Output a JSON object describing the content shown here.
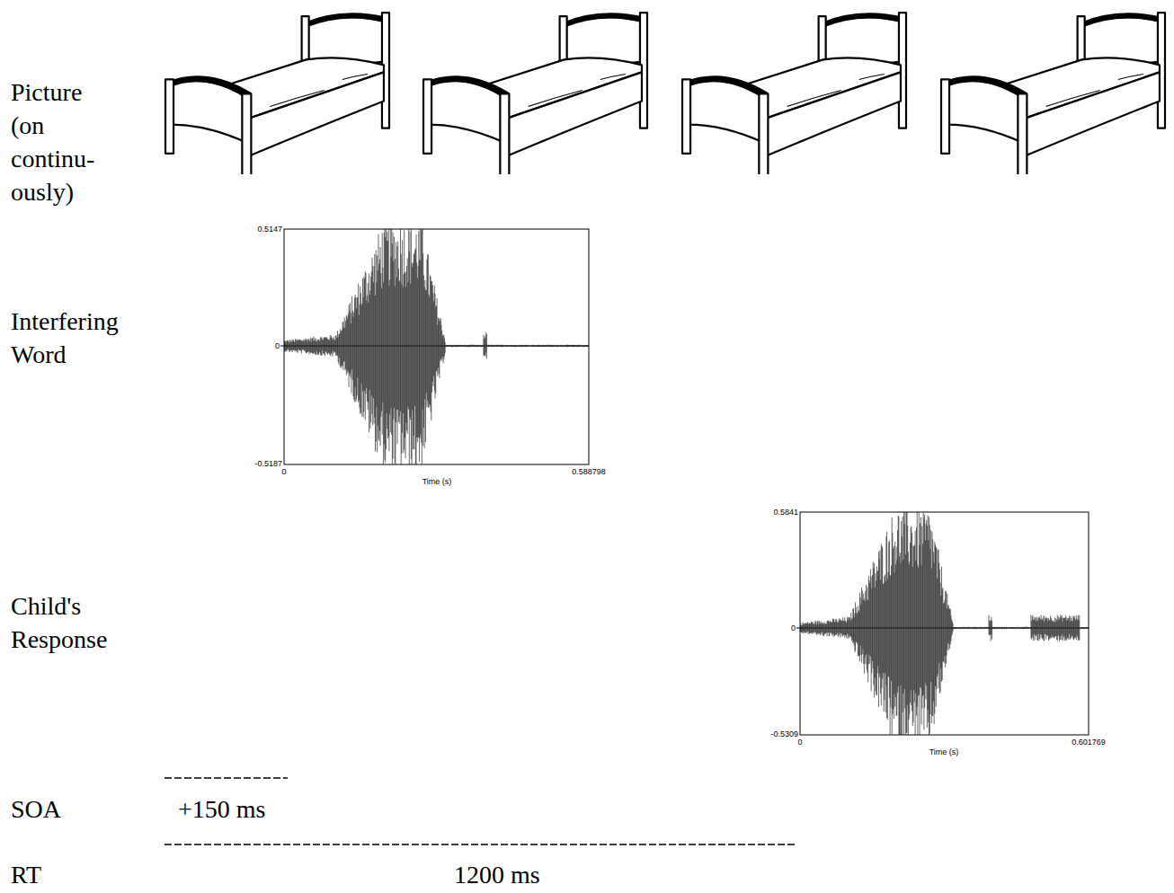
{
  "diagram": {
    "labels": [
      "Picture (on continu- ously)",
      "Interfering Word",
      "Child's Response",
      "SOA",
      "+150 ms",
      "RT",
      "1200 ms",
      "0.5147",
      "0",
      "-0.5187",
      "0",
      "Time (s)",
      "0.588798",
      "0.5841",
      "0",
      "-0.5309",
      "0",
      "Time (s)",
      "0.601769"
    ]
  }
}
